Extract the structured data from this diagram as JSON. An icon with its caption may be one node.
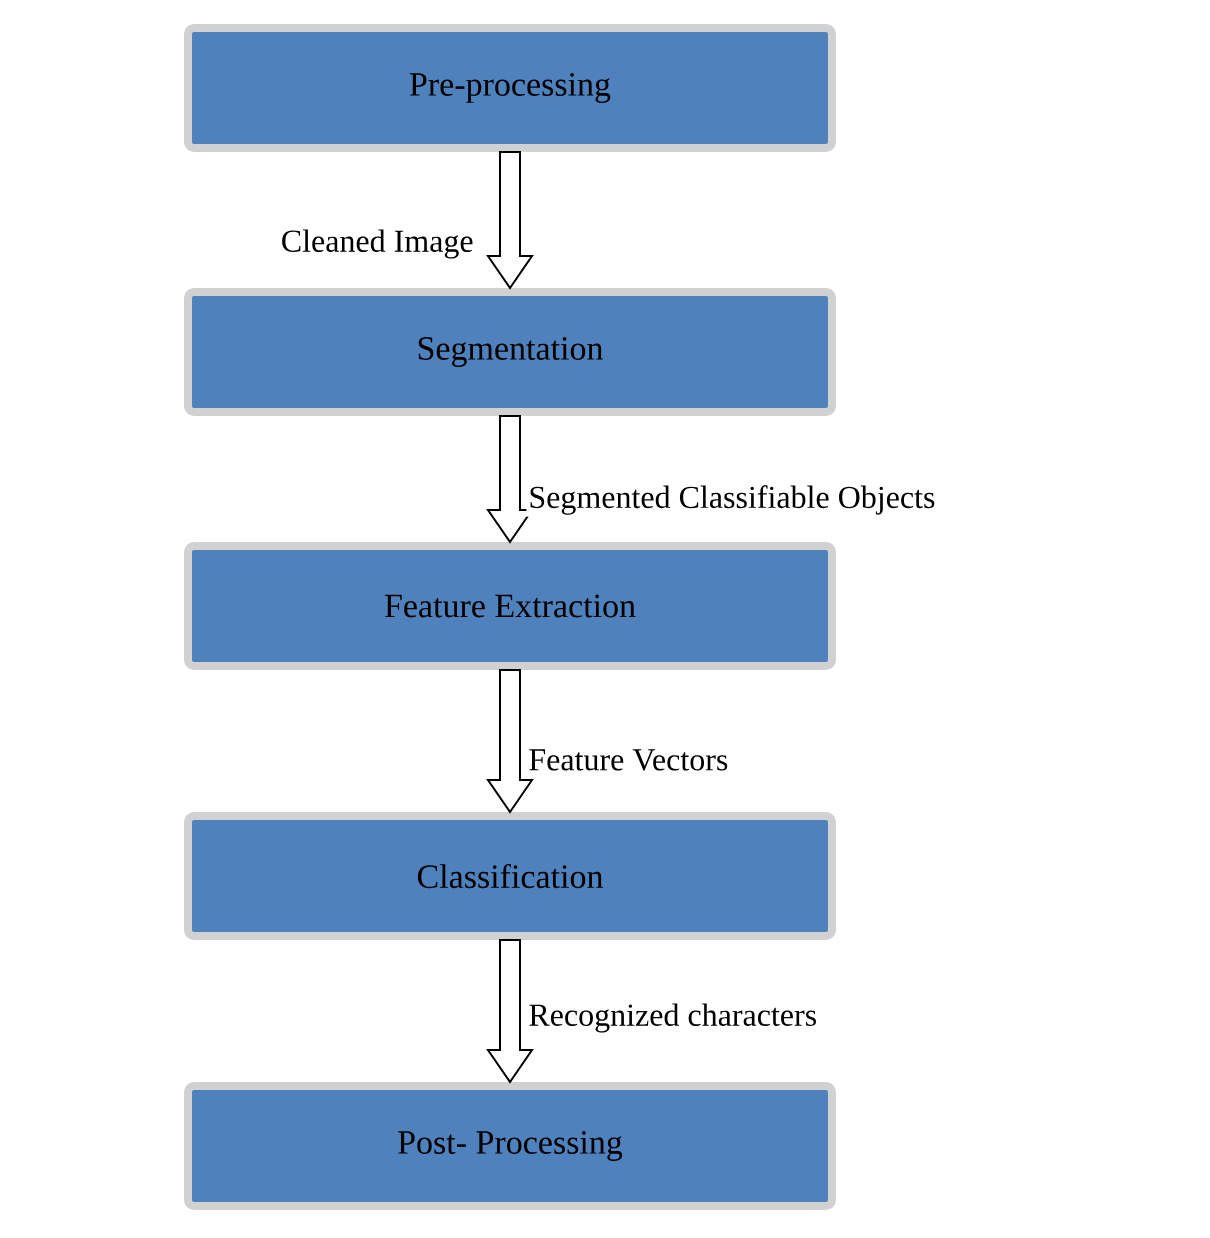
{
  "diagram": {
    "nodes": [
      {
        "text": [
          "Pre-processing"
        ]
      },
      {
        "text": [
          "Segmentation"
        ]
      },
      {
        "text": [
          "Feature Extraction"
        ]
      },
      {
        "text": [
          "Classification"
        ]
      },
      {
        "text": [
          "Post- Processing"
        ]
      }
    ],
    "edges": [
      {
        "from": 0,
        "to": 1,
        "arrow": "to",
        "label": "Cleaned Image"
      },
      {
        "from": 1,
        "to": 2,
        "arrow": "to",
        "label": "Segmented Classifiable Objects"
      },
      {
        "from": 2,
        "to": 3,
        "arrow": "to",
        "label": "Feature Vectors"
      },
      {
        "from": 3,
        "to": 4,
        "arrow": "to",
        "label": "Recognized characters"
      }
    ]
  }
}
